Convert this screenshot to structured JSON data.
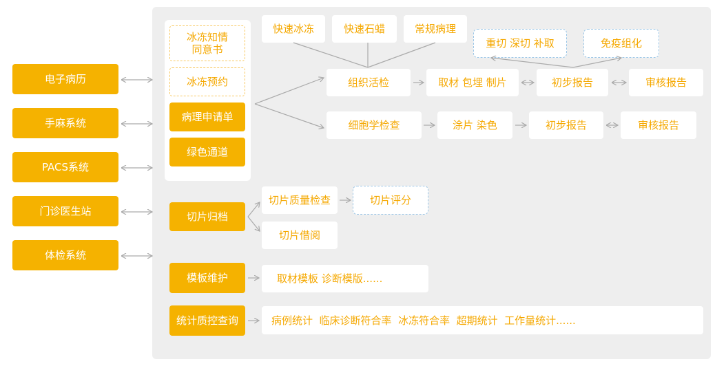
{
  "external_systems": [
    "电子病历",
    "手麻系统",
    "PACS系统",
    "门诊医生站",
    "体检系统"
  ],
  "request": {
    "freeze_consent": "冰冻知情\n同意书",
    "freeze_booking": "冰冻预约",
    "application": "病理申请单",
    "green_channel": "绿色通道"
  },
  "top_types": [
    "快速冰冻",
    "快速石蜡",
    "常规病理"
  ],
  "extra": {
    "recut": "重切 深切 补取",
    "ihc": "免疫组化"
  },
  "histology": {
    "name": "组织活检",
    "process": "取材 包埋 制片",
    "prelim": "初步报告",
    "review": "审核报告"
  },
  "cytology": {
    "name": "细胞学检查",
    "process": "涂片 染色",
    "prelim": "初步报告",
    "review": "审核报告"
  },
  "archive": {
    "label": "切片归档",
    "quality": "切片质量检查",
    "score": "切片评分",
    "borrow": "切片借阅"
  },
  "template": {
    "label": "模板维护",
    "detail": "取材模板 诊断模版......"
  },
  "stats": {
    "label": "统计质控查询",
    "detail": "病例统计  临床诊断符合率  冰冻符合率  超期统计  工作量统计......"
  },
  "colors": {
    "accent": "#f5b200",
    "text_accent": "#f5a800",
    "panel": "#eeeeee",
    "arrow": "#aaaaaa",
    "dash_blue": "#9cc6e6"
  }
}
